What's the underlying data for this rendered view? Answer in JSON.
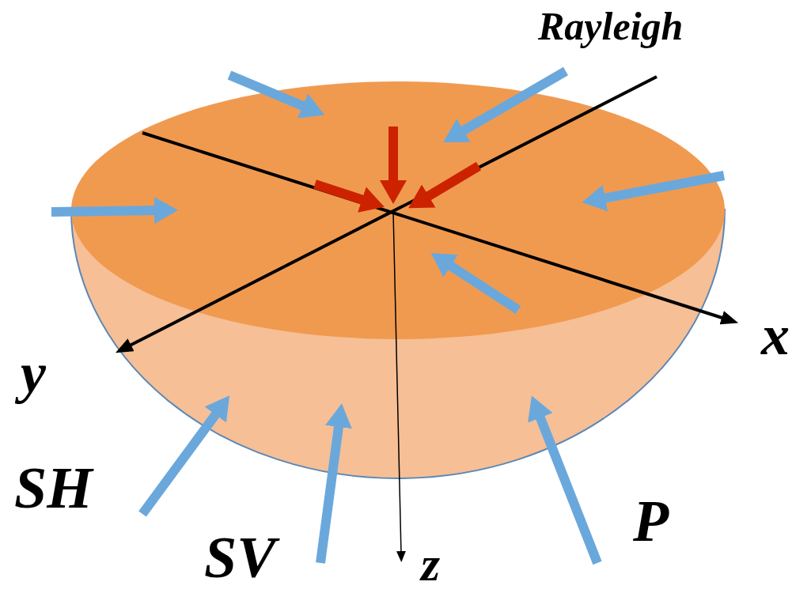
{
  "diagram": {
    "labels": [
      "Rayleigh",
      "x",
      "y",
      "SH",
      "P",
      "SV",
      "z"
    ]
  }
}
